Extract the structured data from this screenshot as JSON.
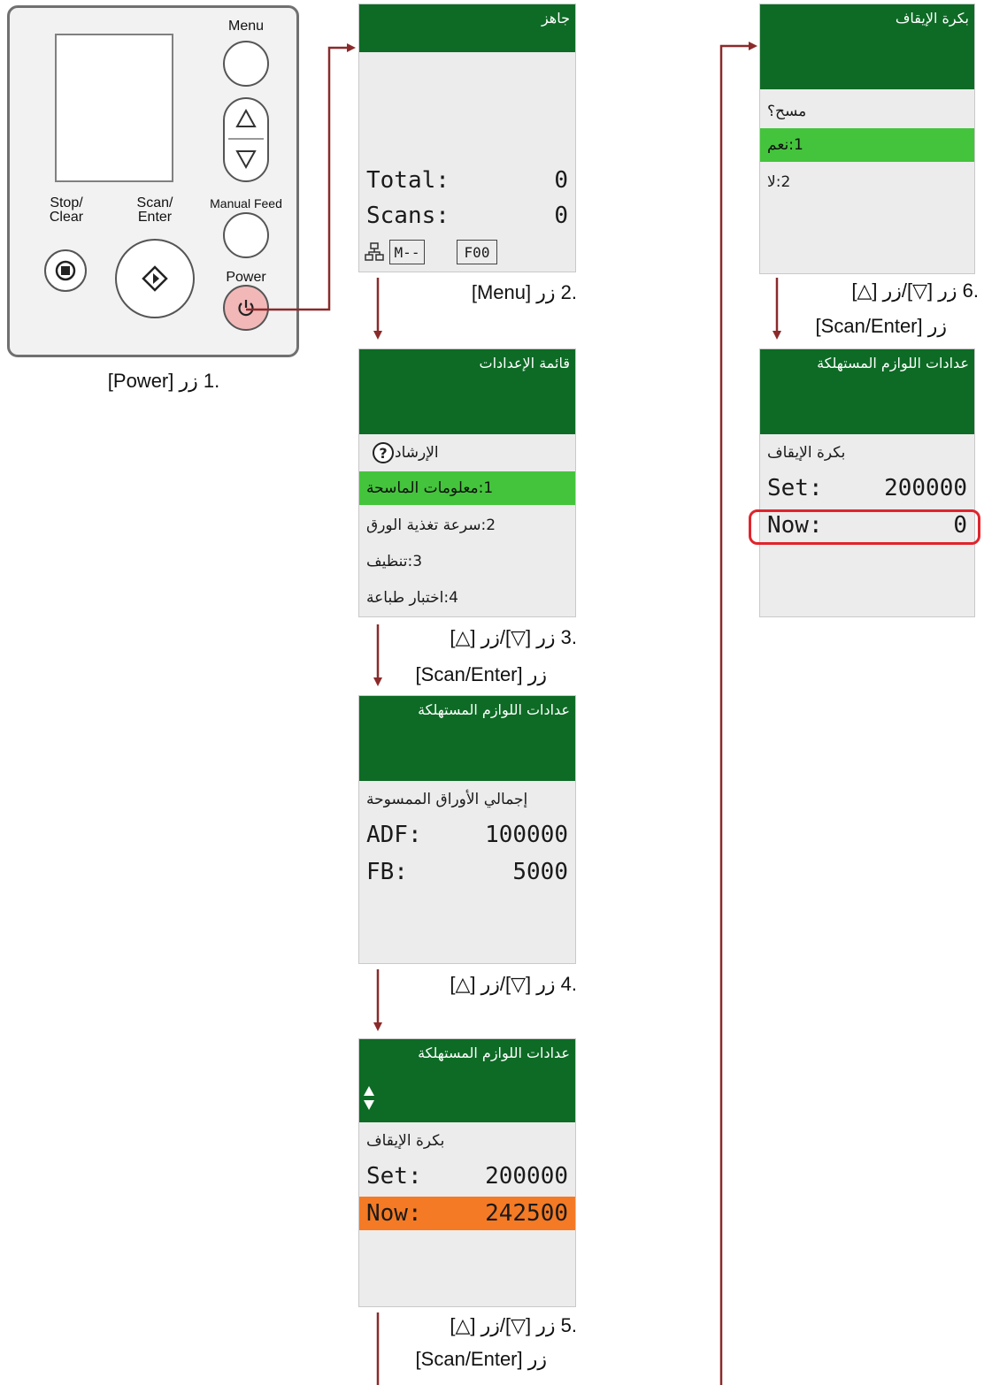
{
  "colors": {
    "header_green": "#0d6b25",
    "highlight_green": "#44c43c",
    "highlight_orange": "#f47a25",
    "arrow": "#8b2a2a",
    "callout_red": "#e0242c",
    "power_button": "#f2b8b8"
  },
  "panel": {
    "menu_label": "Menu",
    "stop_label": "Stop/\nClear",
    "scan_label": "Scan/\nEnter",
    "manual_feed_label": "Manual Feed",
    "power_label": "Power",
    "icons": [
      "up-arrow-icon",
      "down-arrow-icon",
      "stop-icon",
      "scan-icon",
      "power-icon"
    ]
  },
  "captions": {
    "step1": ".1 زر [Power]",
    "step2": ".2  زر [Menu]",
    "step3_line1": ".3  زر [▽]/زر [△]",
    "step3_line2": "زر [Scan/Enter]",
    "step4": ".4 زر [▽]/زر [△]",
    "step5_line1": ".5  زر [▽]/زر [△]",
    "step5_line2": "زر [Scan/Enter]",
    "step6_line1": ".6  زر [▽]/زر [△]",
    "step6_line2": "زر [Scan/Enter]"
  },
  "screen1": {
    "header": "جاهز",
    "total_label": "Total:",
    "total_value": "0",
    "scans_label": "Scans:",
    "scans_value": "0",
    "mode_box": "M--",
    "code_box": "F00",
    "icons": [
      "network-icon"
    ]
  },
  "screen2": {
    "header": "قائمة الإعدادات",
    "help": "الإرشاد",
    "items": [
      "1:معلومات الماسحة",
      "2:سرعة تغذية الورق",
      "3:تنظيف",
      "4:اختبار طباعة"
    ]
  },
  "screen3": {
    "header": "عدادات اللوازم المستهلكة",
    "subtitle": "إجمالي الأوراق الممسوحة",
    "adf_label": "ADF:",
    "adf_value": "100000",
    "fb_label": "FB:",
    "fb_value": "5000"
  },
  "screen4": {
    "header": "عدادات اللوازم المستهلكة",
    "subtitle": "بكرة الإيقاف",
    "set_label": "Set:",
    "set_value": "200000",
    "now_label": "Now:",
    "now_value": "242500"
  },
  "screen5": {
    "header": "بكرة الإيقاف",
    "question": "مسح؟",
    "yes": "1:نعم",
    "no": "2:لا"
  },
  "screen6": {
    "header": "عدادات اللوازم المستهلكة",
    "subtitle": "بكرة الإيقاف",
    "set_label": "Set:",
    "set_value": "200000",
    "now_label": "Now:",
    "now_value": "0"
  }
}
